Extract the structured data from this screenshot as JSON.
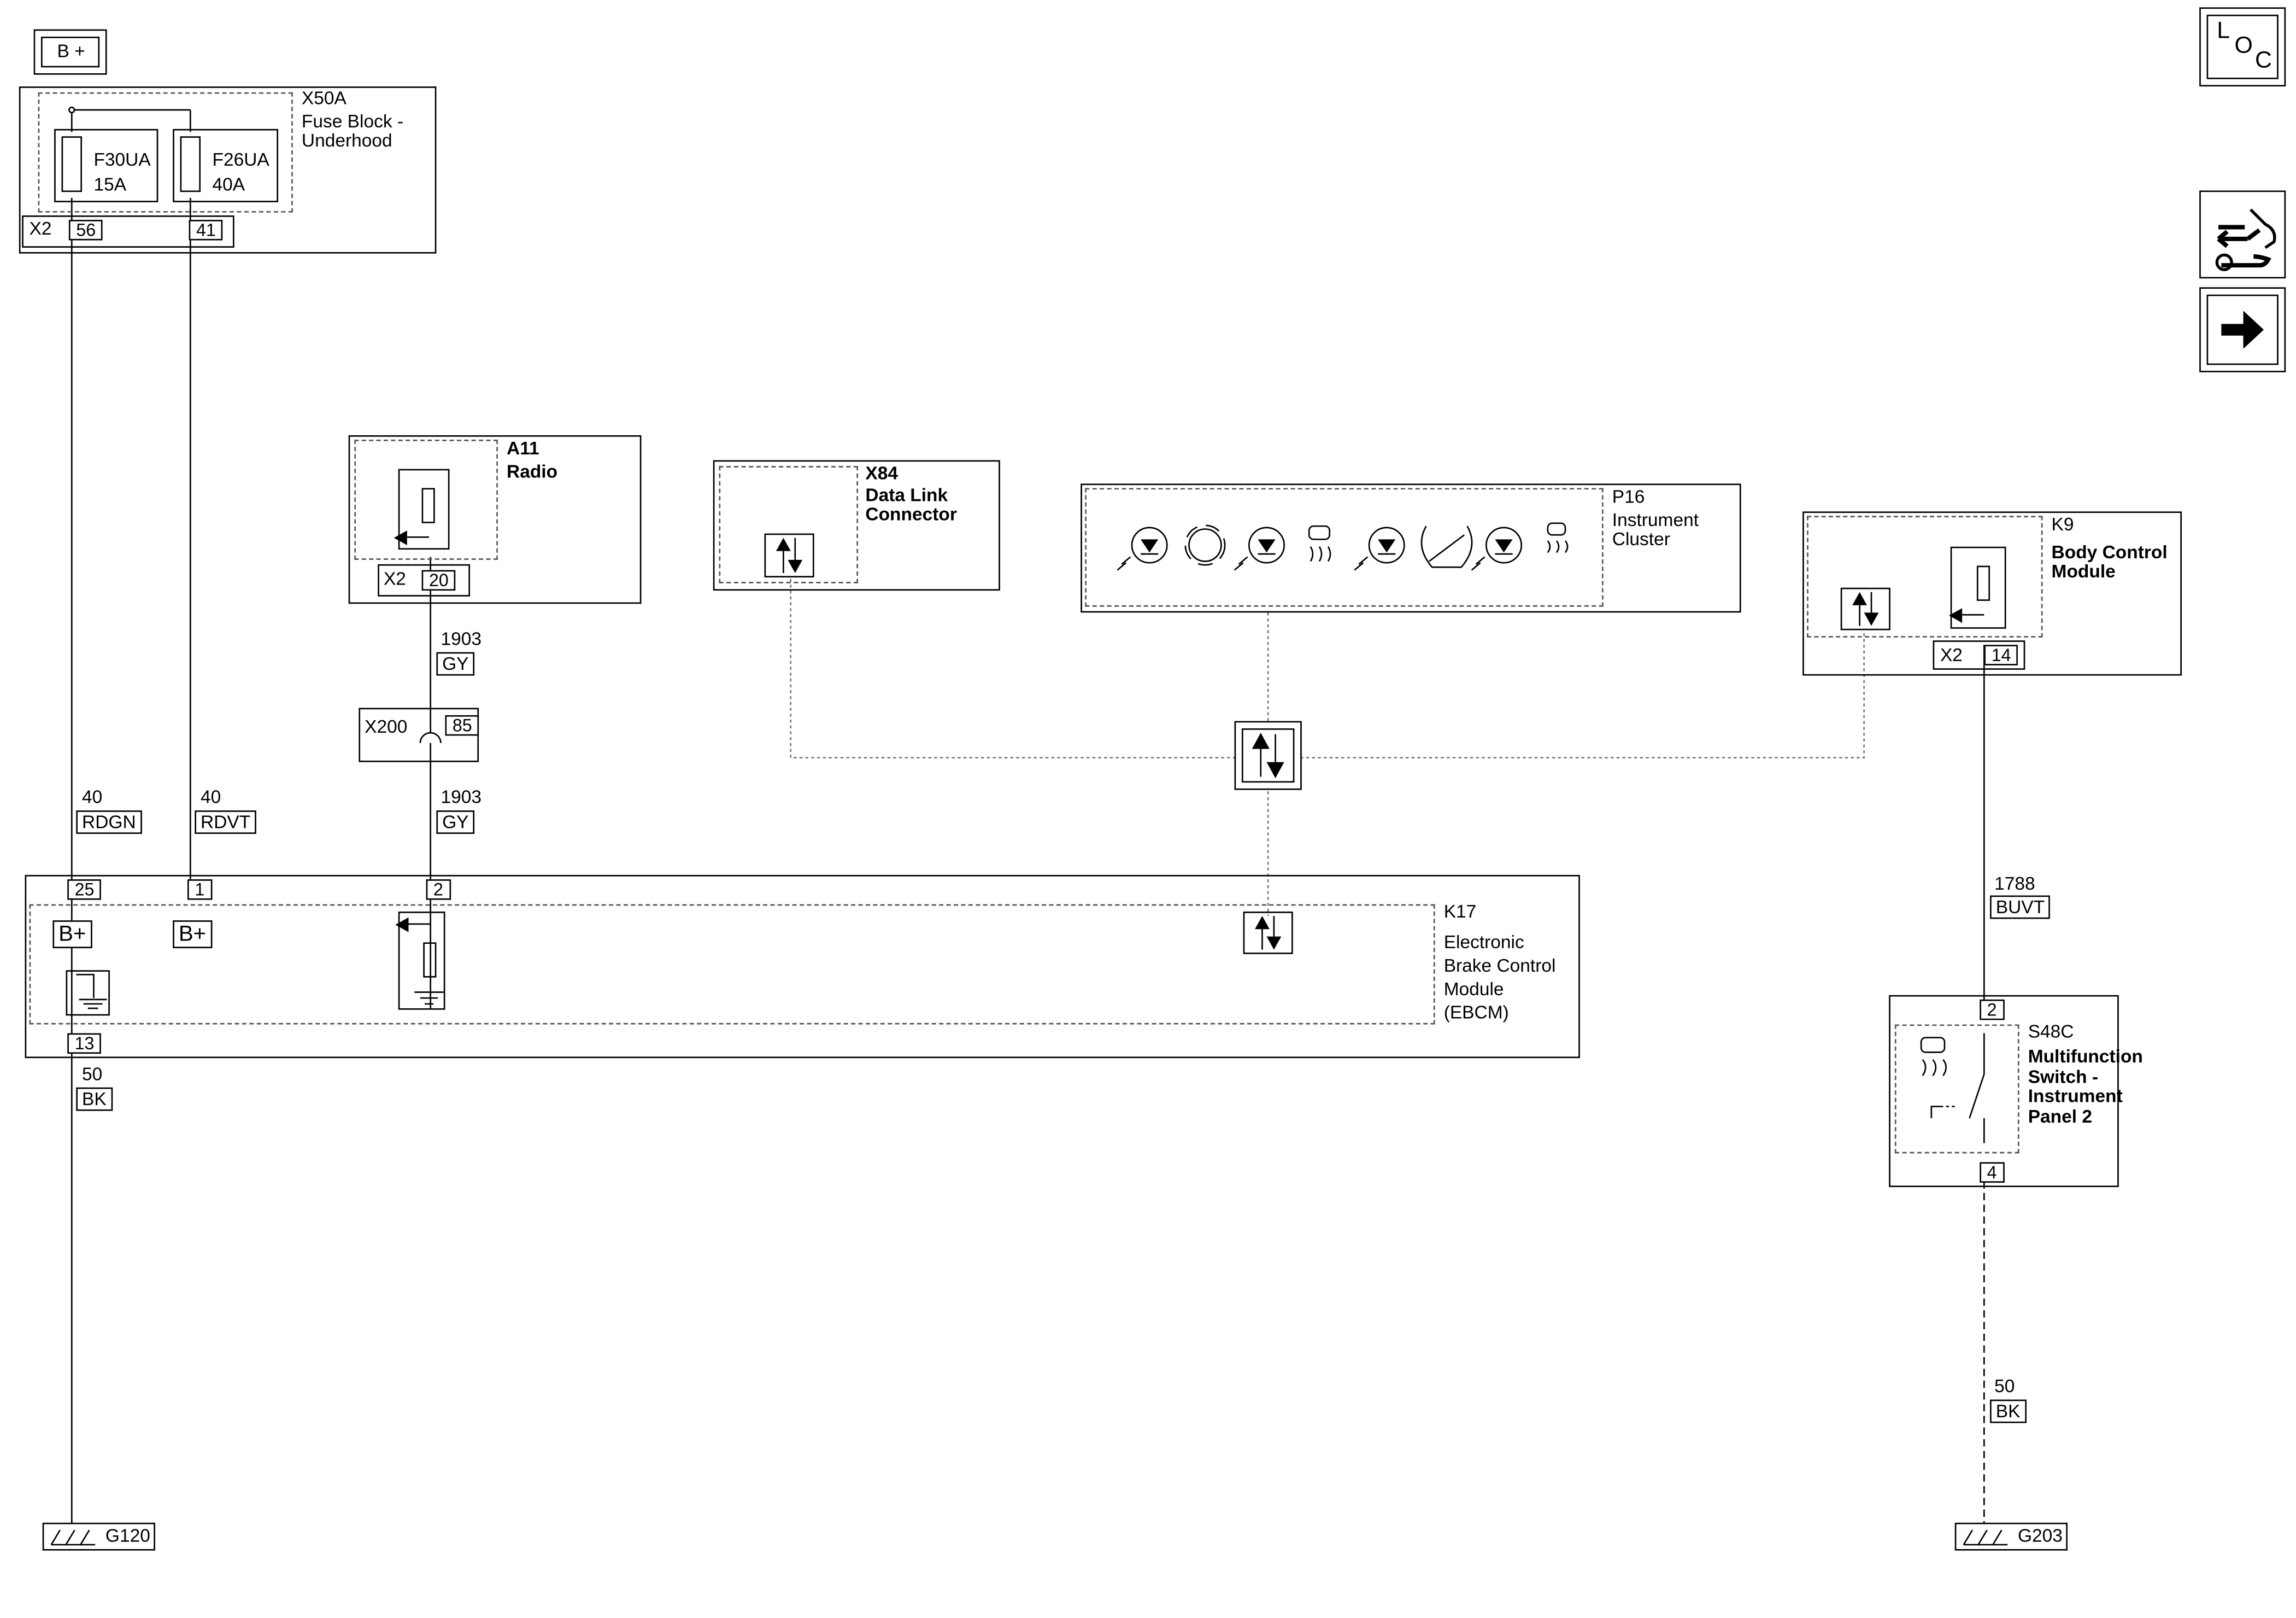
{
  "power": {
    "label": "B +"
  },
  "fuse_block": {
    "id": "X50A",
    "name": "Fuse Block -\nUnderhood",
    "connector": "X2",
    "pins": [
      "56",
      "41"
    ],
    "fuses": [
      {
        "id": "F30UA",
        "rating": "15A"
      },
      {
        "id": "F26UA",
        "rating": "40A"
      }
    ]
  },
  "radio": {
    "id": "A11",
    "name": "Radio",
    "connector": "X2",
    "pin": "20"
  },
  "dlc": {
    "id": "X84",
    "name": "Data Link\nConnector"
  },
  "cluster": {
    "id": "P16",
    "name": "Instrument\nCluster"
  },
  "bcm": {
    "id": "K9",
    "name": "Body Control\nModule",
    "connector": "X2",
    "pin": "14"
  },
  "inline_connector": {
    "id": "X200",
    "pin": "85"
  },
  "ebcm": {
    "id": "K17",
    "name": "Electronic\nBrake Control\nModule\n(EBCM)",
    "pins": {
      "bplus1": "25",
      "bplus2": "1",
      "radio": "2",
      "ground": "13"
    },
    "bplus_label": "B+"
  },
  "switch": {
    "id": "S48C",
    "name": "Multifunction\nSwitch -\nInstrument\nPanel 2",
    "pin_top": "2",
    "pin_bottom": "4"
  },
  "wires": {
    "w1": {
      "circuit": "40",
      "color": "RDGN"
    },
    "w2": {
      "circuit": "40",
      "color": "RDVT"
    },
    "w3": {
      "circuit": "1903",
      "color": "GY"
    },
    "w4": {
      "circuit": "1903",
      "color": "GY"
    },
    "w5": {
      "circuit": "50",
      "color": "BK"
    },
    "w6": {
      "circuit": "1788",
      "color": "BUVT"
    },
    "w7": {
      "circuit": "50",
      "color": "BK"
    }
  },
  "grounds": {
    "g1": "G120",
    "g2": "G203"
  },
  "side_icons": {
    "loc": "L O C",
    "connector_icon": "connector-end-view-icon",
    "next_icon": "arrow-right-icon"
  }
}
